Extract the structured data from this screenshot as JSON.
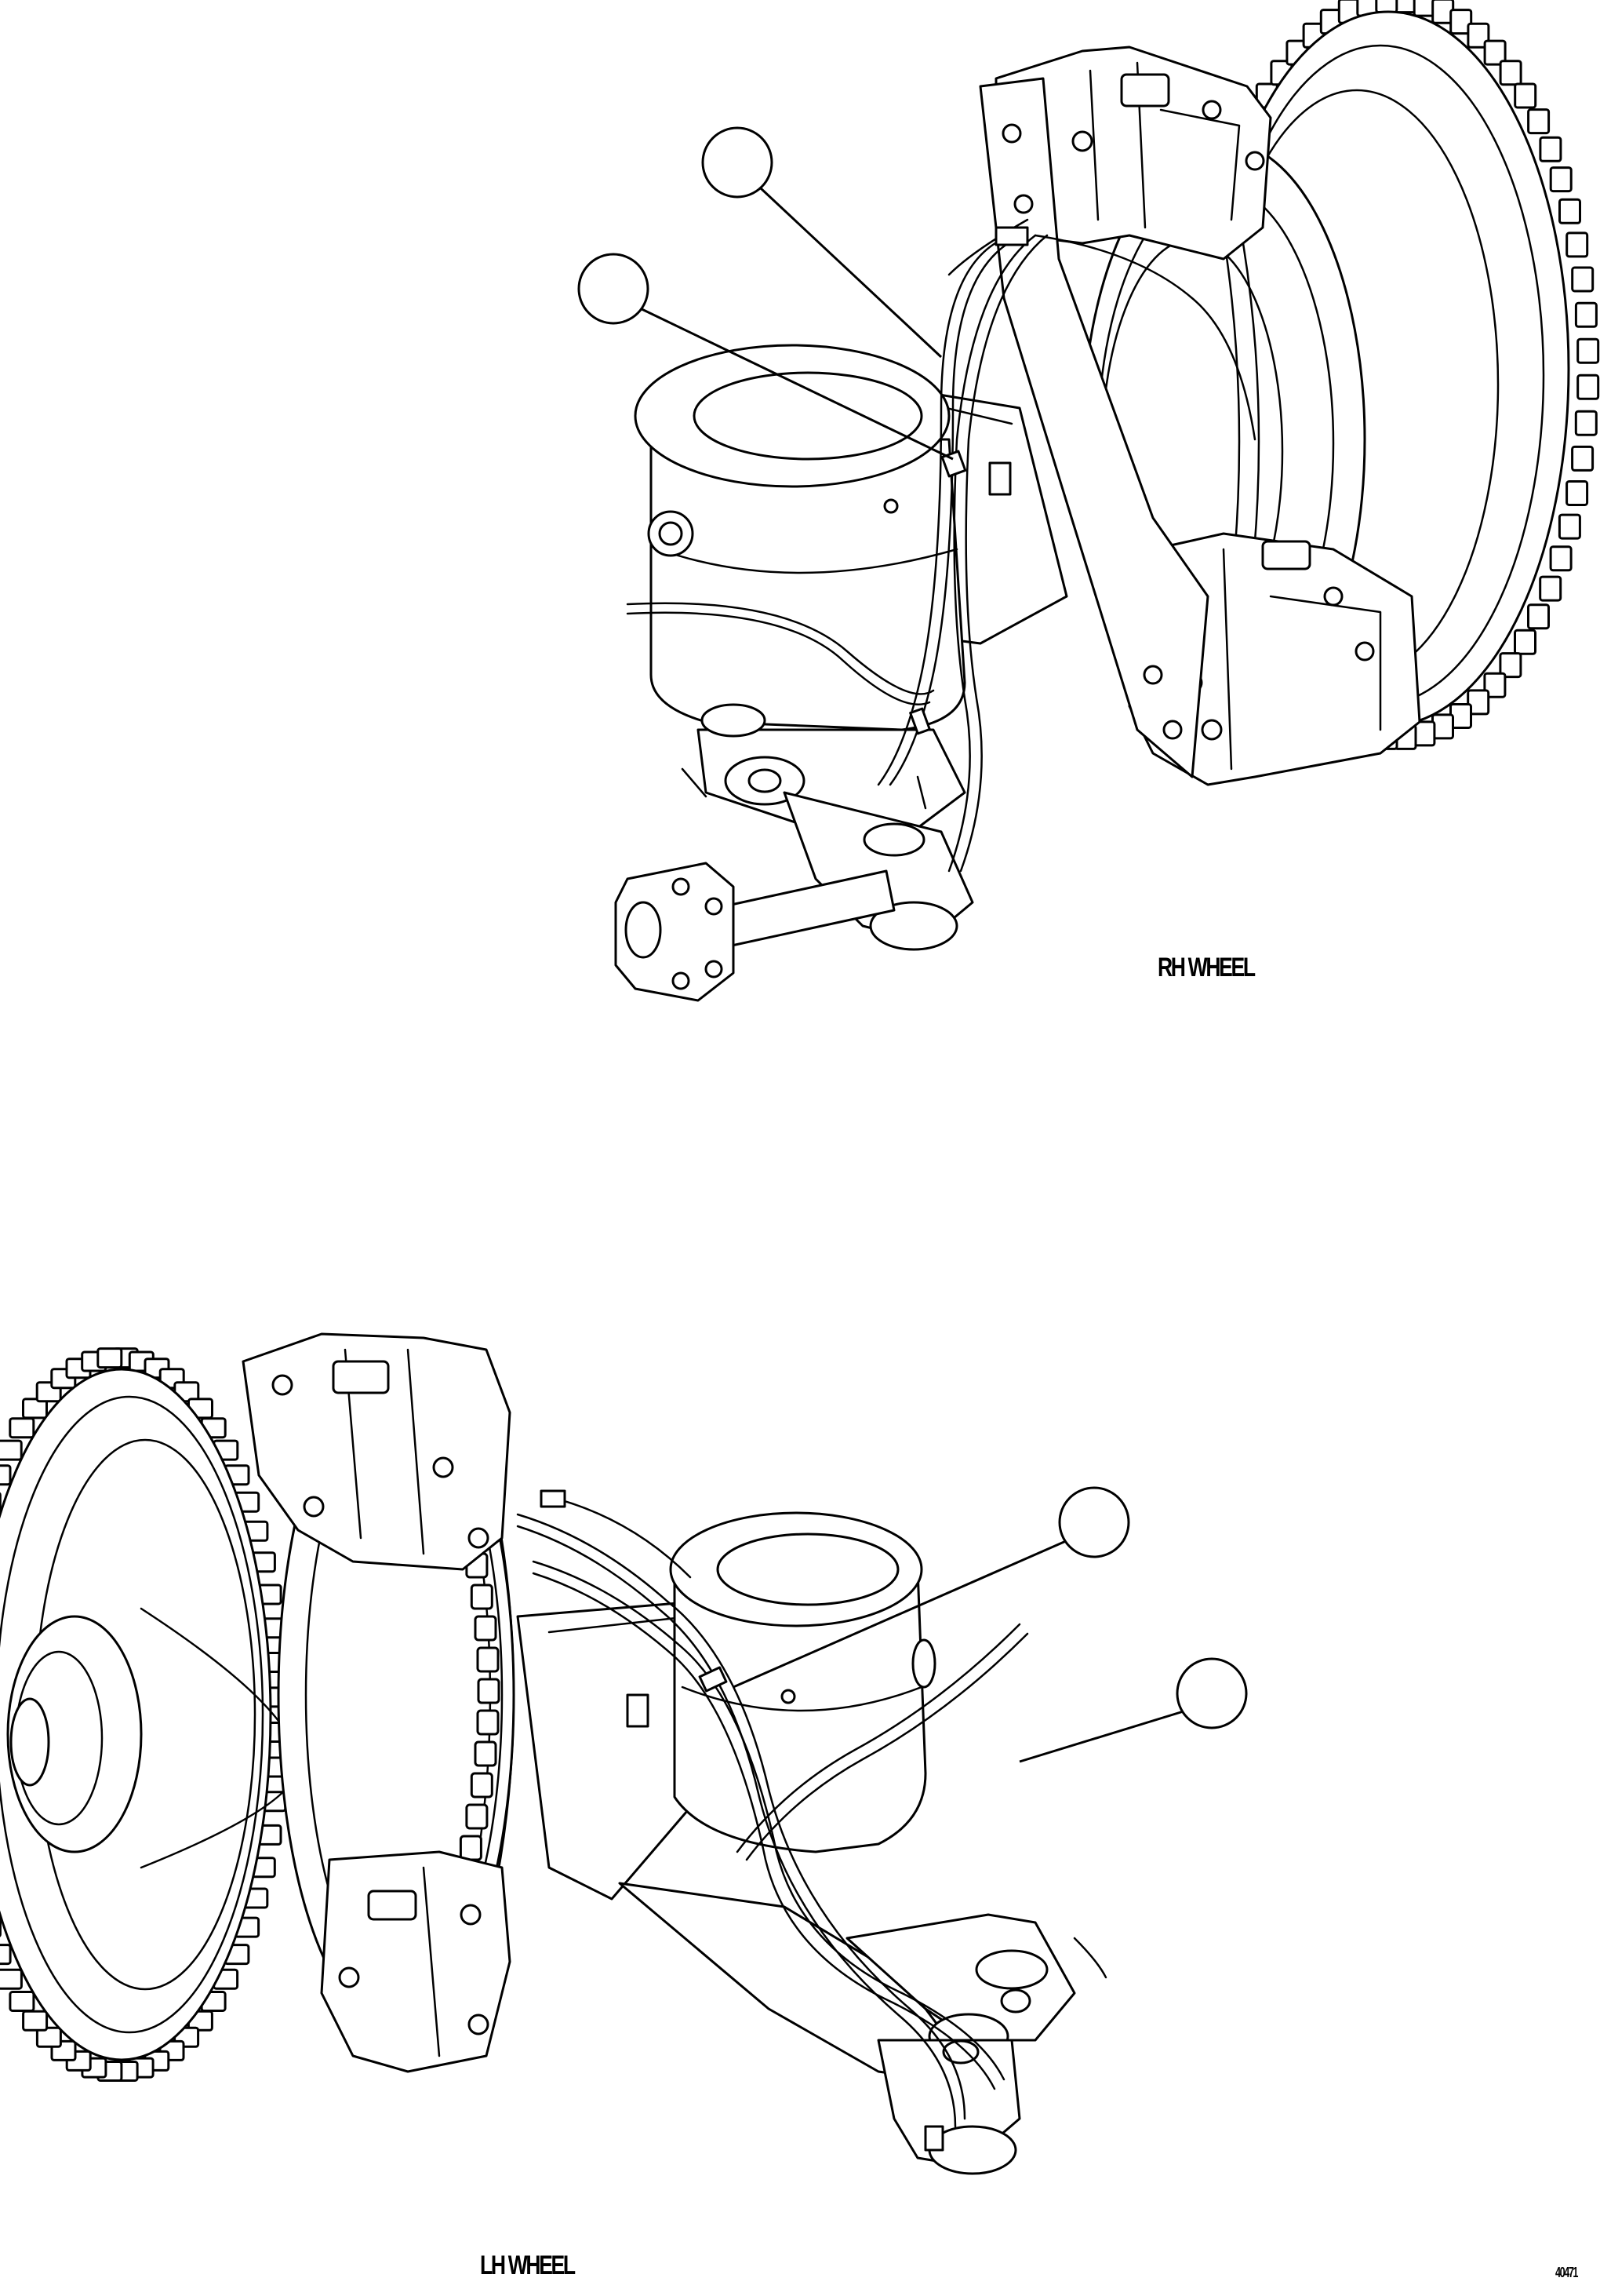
{
  "views": {
    "rh": {
      "label": "RH WHEEL"
    },
    "lh": {
      "label": "LH WHEEL"
    }
  },
  "figure_code": "40471",
  "callouts": {
    "rh_count": 2,
    "lh_count": 2
  }
}
